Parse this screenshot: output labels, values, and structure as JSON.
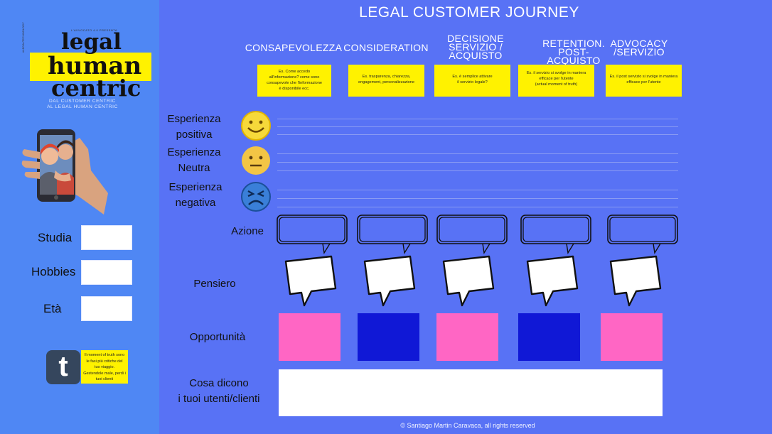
{
  "sidebar": {
    "logo": {
      "tagline_small": "L'AVVOCATO 4.0 PRESENTA",
      "side_text": "#LEGALTECHNOLOGY",
      "word1": "legal",
      "word2": "human",
      "word3": "centric",
      "sub_line1": "DAL CUSTOMER CENTRIC",
      "sub_line2": "AL LEGAL HUMAN CENTRIC"
    },
    "fields": [
      {
        "label": "Studia",
        "value": ""
      },
      {
        "label": "Hobbies",
        "value": ""
      },
      {
        "label": "Età",
        "value": ""
      }
    ],
    "tumblr_icon": "tumblr-icon",
    "note_lines": [
      "Il moment of truth sono",
      "le fasi più critiche del",
      "tuo viaggio.",
      "Gestendole male, perdi i",
      "tuoi clienti"
    ]
  },
  "title": "LEGAL CUSTOMER JOURNEY",
  "stages": [
    {
      "name_lines": [
        "CONSAPEVOLEZZA"
      ],
      "note_lines": [
        "Es. Come accedo",
        "all'informazione? come sono",
        "consapevole che l'informazione",
        "è disponibile ecc."
      ]
    },
    {
      "name_lines": [
        "CONSIDERATION"
      ],
      "note_lines": [
        "Es. trasparenza, chiarezza,",
        "engagement, personalizzazione"
      ]
    },
    {
      "name_lines": [
        "DECISIONE",
        "SERVIZIO /",
        "ACQUISTO"
      ],
      "note_lines": [
        "Es. è semplice attivare",
        "il servizio legale?"
      ]
    },
    {
      "name_lines": [
        "RETENTION.",
        "POST-ACQUISTO"
      ],
      "note_lines": [
        "Es. il servizio si svolge in maniera",
        "efficace per l'utente",
        "(actual moment of truth)"
      ]
    },
    {
      "name_lines": [
        "ADVOCACY",
        "/SERVIZIO"
      ],
      "note_lines": [
        "Es. il post servizio si svolge in maniera",
        "efficace per l'utente"
      ]
    }
  ],
  "experience_rows": [
    {
      "label_lines": [
        "Esperienza",
        "positiva"
      ],
      "icon": "smiley-happy-icon"
    },
    {
      "label_lines": [
        "Esperienza",
        "Neutra"
      ],
      "icon": "smiley-neutral-icon"
    },
    {
      "label_lines": [
        "Esperienza",
        "negativa"
      ],
      "icon": "smiley-angry-icon"
    }
  ],
  "rows": {
    "azione": "Azione",
    "pensiero": "Pensiero",
    "opportunita": "Opportunità",
    "cosa_dicono_lines": [
      "Cosa dicono",
      "i tuoi utenti/clienti"
    ]
  },
  "opportunity_colors": [
    "#ff66c4",
    "#1018d6",
    "#ff66c4",
    "#1018d6",
    "#ff66c4"
  ],
  "footer": "© Santiago Martin Caravaca, all rights reserved"
}
